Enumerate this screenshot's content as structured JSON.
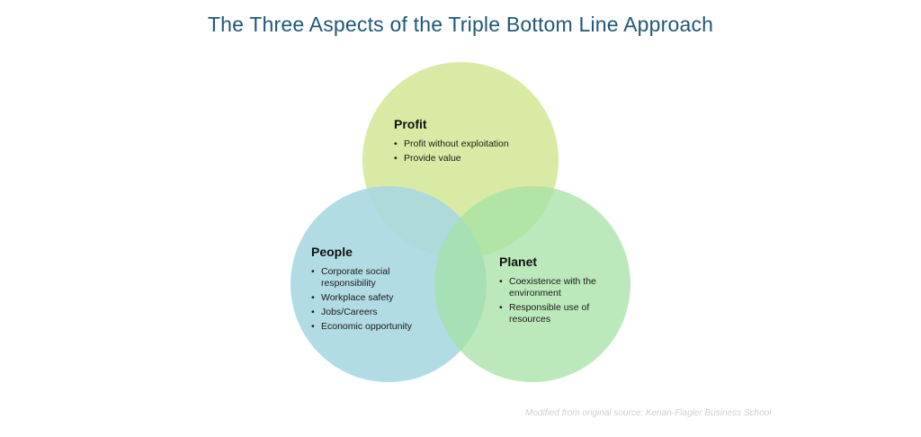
{
  "title": "The Three Aspects of the Triple Bottom Line Approach",
  "circles": {
    "profit": {
      "heading": "Profit",
      "items": [
        "Profit without exploitation",
        "Provide value"
      ],
      "color": "#d5e89a"
    },
    "people": {
      "heading": "People",
      "items": [
        "Corporate social responsibility",
        "Workplace safety",
        "Jobs/Careers",
        "Economic opportunity"
      ],
      "color": "#a8d8e0"
    },
    "planet": {
      "heading": "Planet",
      "items": [
        "Coexistence with the environment",
        "Responsible use of resources"
      ],
      "color": "#a4e1a4"
    }
  },
  "source_note": "Modified from original source: Kenan-Flagler Business School"
}
